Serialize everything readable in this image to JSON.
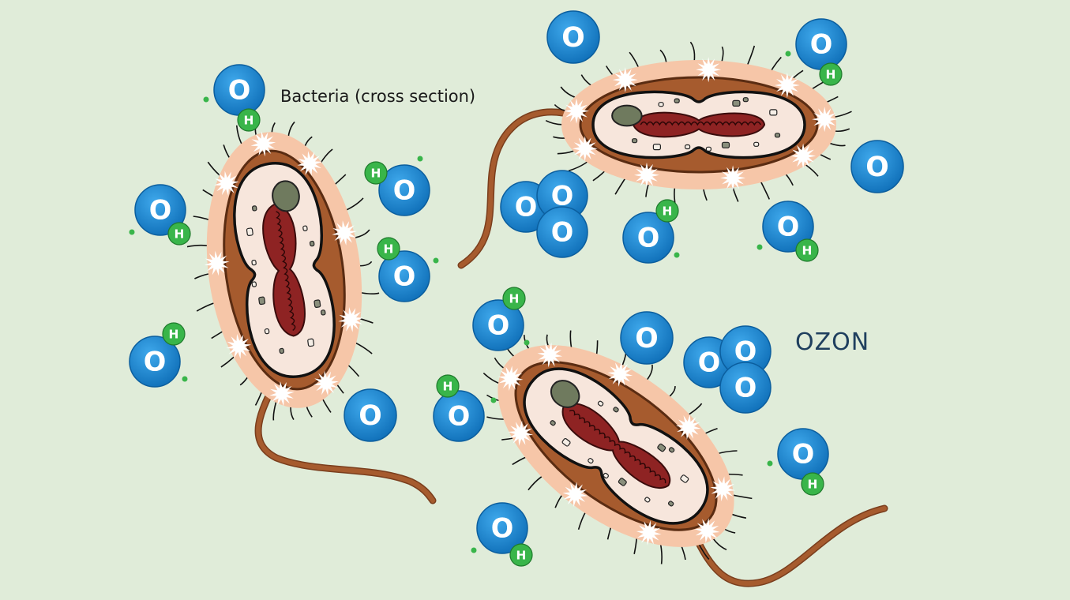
{
  "labels": {
    "bacteria": "Bacteria (cross section)",
    "ozone": "OZON"
  },
  "atoms": {
    "oxygen": "O",
    "hydrogen": "H"
  },
  "colors": {
    "background": "#e0ecd9",
    "oxygen_atom": "#1a86d0",
    "hydrogen_atom": "#39b54a",
    "cell_wall": "#a65b2e",
    "capsule": "#f6c6a8",
    "cytoplasm": "#f7e6dc",
    "nucleoid": "#8e2323",
    "inclusion": "#6f7a5e",
    "damage_burst": "#ffffff"
  }
}
